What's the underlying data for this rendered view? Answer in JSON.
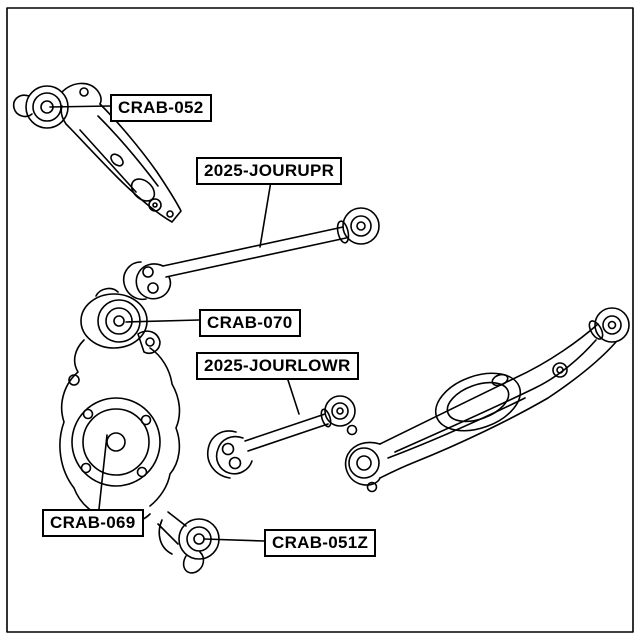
{
  "diagram": {
    "kind": "suspension-parts-line-drawing",
    "background_color": "#ffffff",
    "line_color": "#000000",
    "label_border_color": "#000000"
  },
  "labels": [
    {
      "id": "crab-052",
      "text": "CRAB-052"
    },
    {
      "id": "2025-jourupr",
      "text": "2025-JOURUPR"
    },
    {
      "id": "crab-070",
      "text": "CRAB-070"
    },
    {
      "id": "2025-jourlowr",
      "text": "2025-JOURLOWR"
    },
    {
      "id": "crab-069",
      "text": "CRAB-069"
    },
    {
      "id": "crab-051z",
      "text": "CRAB-051Z"
    }
  ]
}
